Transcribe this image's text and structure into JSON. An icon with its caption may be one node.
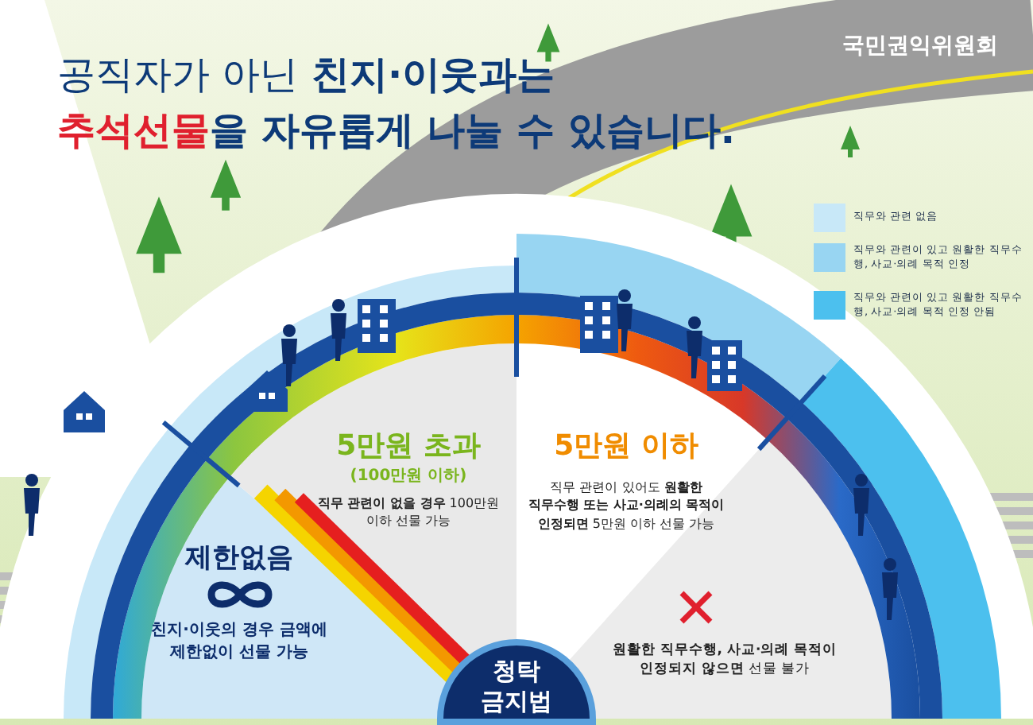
{
  "diagram": {
    "title": "*공직자가 아닌* 친지·이웃과는 **추석선물**을 자유롭게 나눌 수 있습니다.",
    "nodes": [
      {
        "text": [
          "제한없음",
          "친지·이웃의 경우 금액에 제한없이 선물 가능"
        ]
      },
      {
        "text": [
          "5만원 초과",
          "(100만원 이하)",
          "**직무 관련이 없을 경우** 100만원 이하 선물 가능"
        ]
      },
      {
        "text": [
          "5만원 이하",
          "직무 관련이 있어도 **원활한 직무수행 또는 사교·의례의 목적이 인정되면** 5만원 이하 선물 가능"
        ]
      },
      {
        "text": [
          "**원활한 직무수행, 사교·의례 목적이 인정되지 않으면** 선물 불가"
        ]
      },
      {
        "text": [
          "청탁 금지법"
        ]
      }
    ],
    "labels": [
      "국민권익위원회"
    ],
    "legend": [
      {
        "text": "직무와 관련 없음",
        "color": "#c8e8f8"
      },
      {
        "text": "직무와 관련이 있고 원활한 직무수행, 사교·의례 목적 인정",
        "color": "#98d5f2"
      },
      {
        "text": "직무와 관련이 있고 원활한 직무수행, 사교·의례 목적 인정 안됨",
        "color": "#4cc0ee"
      }
    ]
  }
}
